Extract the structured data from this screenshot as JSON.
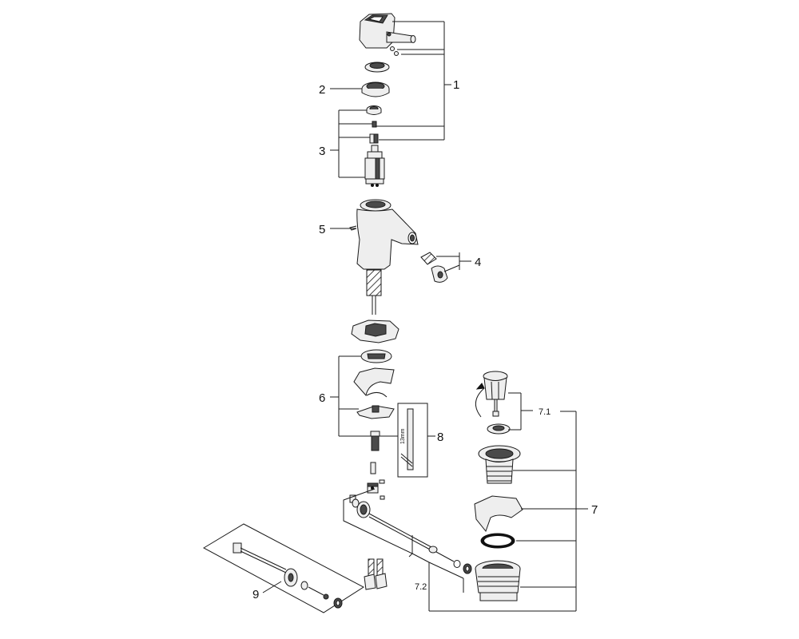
{
  "callouts": {
    "c1": "1",
    "c2": "2",
    "c3": "3",
    "c4": "4",
    "c5": "5",
    "c6": "6",
    "c7": "7",
    "c7_1": "7.1",
    "c7_2": "7.2",
    "c8": "8",
    "c9": "9"
  },
  "tool_label": "13mm"
}
